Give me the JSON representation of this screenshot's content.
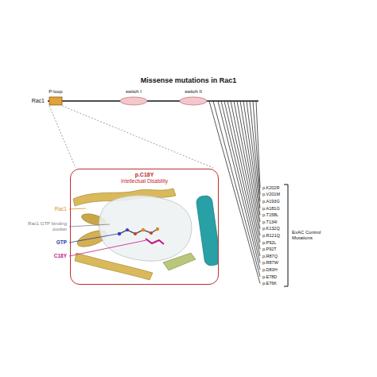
{
  "diagram": {
    "title": "Missense mutations in Rac1",
    "nodes": [
      {
        "text": [
          "p.C18Y",
          "Intellectual Disability"
        ]
      }
    ],
    "labels": [
      "Rac1",
      "P-loop",
      "switch I",
      "switch II",
      "p.K202R",
      "p.V201M",
      "p.A193G",
      "p.A181G",
      "p.T158L",
      "p.T134I",
      "p.K132Q",
      "p.R121Q",
      "p.P92L",
      "p.P92T",
      "p.R87Q",
      "p.R87W",
      "p.D83H",
      "p.E78D",
      "p.E76K",
      "ExAC Control Mutations",
      "Rac1",
      "Rac1 GTP binding pocket",
      "GTP",
      "C18Y"
    ]
  }
}
